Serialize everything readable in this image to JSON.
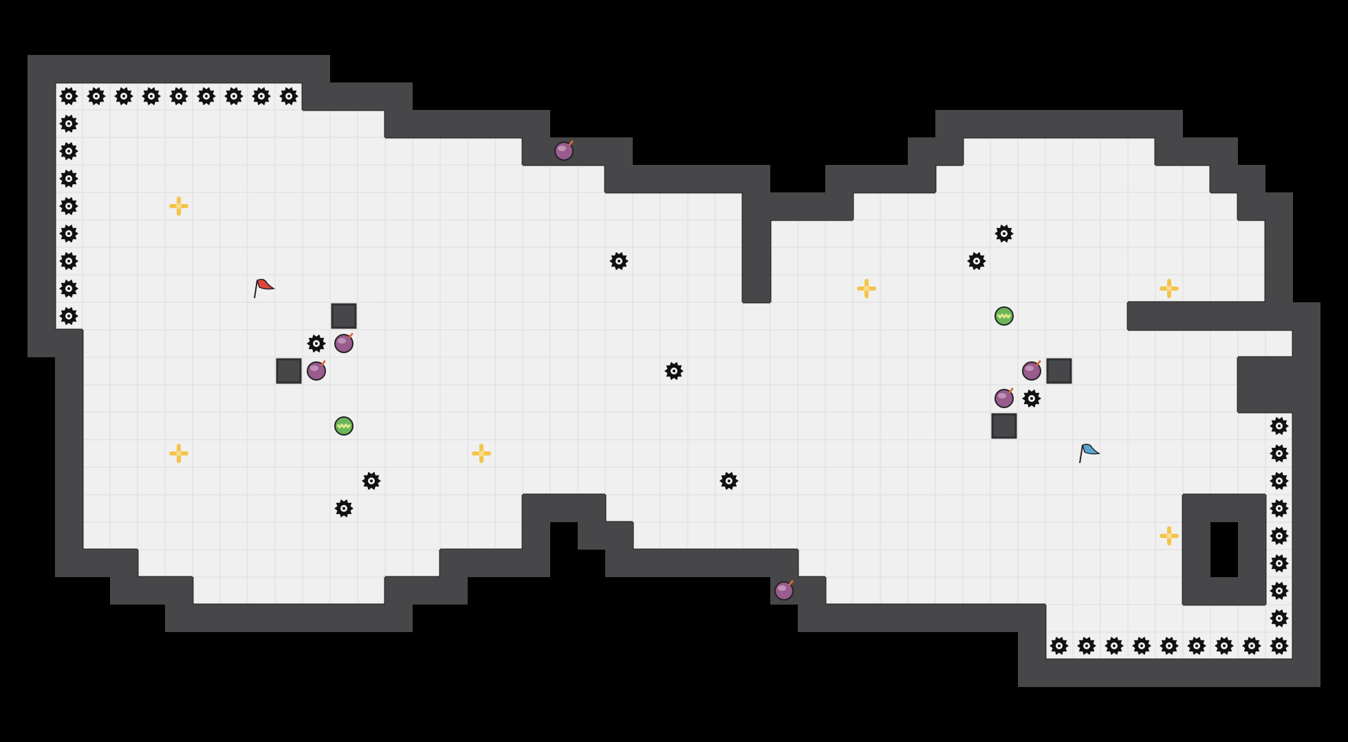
{
  "game": {
    "name": "",
    "colors": {
      "background": "#000000",
      "floor": "#f0f0f1",
      "grid_line": "#dcdcde",
      "wall": "#474749",
      "wall_edge": "#2e2e30",
      "corner_light": "#e6e6e8",
      "saw": "#111111",
      "bomb_body": "#9a5b8e",
      "bomb_highlight": "#c9a1c0",
      "bomb_fuse": "#d86a3b",
      "green_orb": "#6bb55a",
      "green_orb_stripe": "#dfe98a",
      "cross": "#f4c34a",
      "red_flag": "#e0453b",
      "blue_flag": "#5aa4cf"
    },
    "icons": {
      "saw": "sawblade-icon",
      "bomb": "bomb-icon",
      "orb": "green-orb-icon",
      "cross": "yellow-cross-icon",
      "red_flag": "red-flag-icon",
      "blue_flag": "blue-flag-icon",
      "block": "wall-block-icon"
    },
    "grid": {
      "cols": 49,
      "rows": 27
    },
    "floor_regions": [
      [
        3,
        4,
        11,
        4
      ],
      [
        3,
        5,
        16,
        1
      ],
      [
        3,
        6,
        19,
        1
      ],
      [
        3,
        7,
        24,
        1
      ],
      [
        3,
        8,
        24,
        3
      ],
      [
        3,
        11,
        38,
        1
      ],
      [
        3,
        12,
        44,
        1
      ],
      [
        3,
        13,
        42,
        2
      ],
      [
        3,
        15,
        43,
        3
      ],
      [
        3,
        18,
        16,
        2
      ],
      [
        5,
        20,
        11,
        1
      ],
      [
        7,
        21,
        7,
        1
      ],
      [
        22,
        18,
        21,
        1
      ],
      [
        23,
        19,
        20,
        1
      ],
      [
        29,
        20,
        14,
        1
      ],
      [
        30,
        21,
        13,
        1
      ],
      [
        35,
        5,
        7,
        1
      ],
      [
        34,
        6,
        10,
        1
      ],
      [
        31,
        7,
        14,
        1
      ],
      [
        28,
        8,
        18,
        3
      ],
      [
        38,
        22,
        8,
        1
      ]
    ],
    "gutter_saws": [
      [
        2,
        3
      ],
      [
        3,
        3
      ],
      [
        4,
        3
      ],
      [
        5,
        3
      ],
      [
        6,
        3
      ],
      [
        7,
        3
      ],
      [
        8,
        3
      ],
      [
        9,
        3
      ],
      [
        10,
        3
      ],
      [
        2,
        4
      ],
      [
        2,
        5
      ],
      [
        2,
        6
      ],
      [
        2,
        7
      ],
      [
        2,
        8
      ],
      [
        2,
        9
      ],
      [
        2,
        10
      ],
      [
        2,
        11
      ],
      [
        46,
        15
      ],
      [
        46,
        16
      ],
      [
        46,
        17
      ],
      [
        46,
        18
      ],
      [
        46,
        19
      ],
      [
        46,
        20
      ],
      [
        46,
        21
      ],
      [
        46,
        22
      ],
      [
        46,
        23
      ],
      [
        38,
        23
      ],
      [
        39,
        23
      ],
      [
        40,
        23
      ],
      [
        41,
        23
      ],
      [
        42,
        23
      ],
      [
        43,
        23
      ],
      [
        44,
        23
      ],
      [
        45,
        23
      ]
    ],
    "field_saws": [
      [
        22,
        9
      ],
      [
        11,
        12
      ],
      [
        24,
        13
      ],
      [
        13,
        17
      ],
      [
        12,
        18
      ],
      [
        26,
        17
      ],
      [
        36,
        8
      ],
      [
        35,
        9
      ],
      [
        37,
        14
      ]
    ],
    "bombs": [
      [
        20,
        5
      ],
      [
        12,
        12
      ],
      [
        11,
        13
      ],
      [
        37,
        13
      ],
      [
        36,
        14
      ],
      [
        28,
        21
      ]
    ],
    "orbs": [
      [
        12,
        15
      ],
      [
        36,
        11
      ]
    ],
    "crosses": [
      [
        6,
        7
      ],
      [
        6,
        16
      ],
      [
        17,
        16
      ],
      [
        31,
        10
      ],
      [
        42,
        10
      ],
      [
        42,
        19
      ]
    ],
    "blocks": [
      [
        12,
        11
      ],
      [
        10,
        13
      ],
      [
        38,
        13
      ],
      [
        36,
        15
      ]
    ],
    "flags": {
      "red": [
        9,
        10
      ],
      "blue": [
        39,
        16
      ]
    }
  }
}
